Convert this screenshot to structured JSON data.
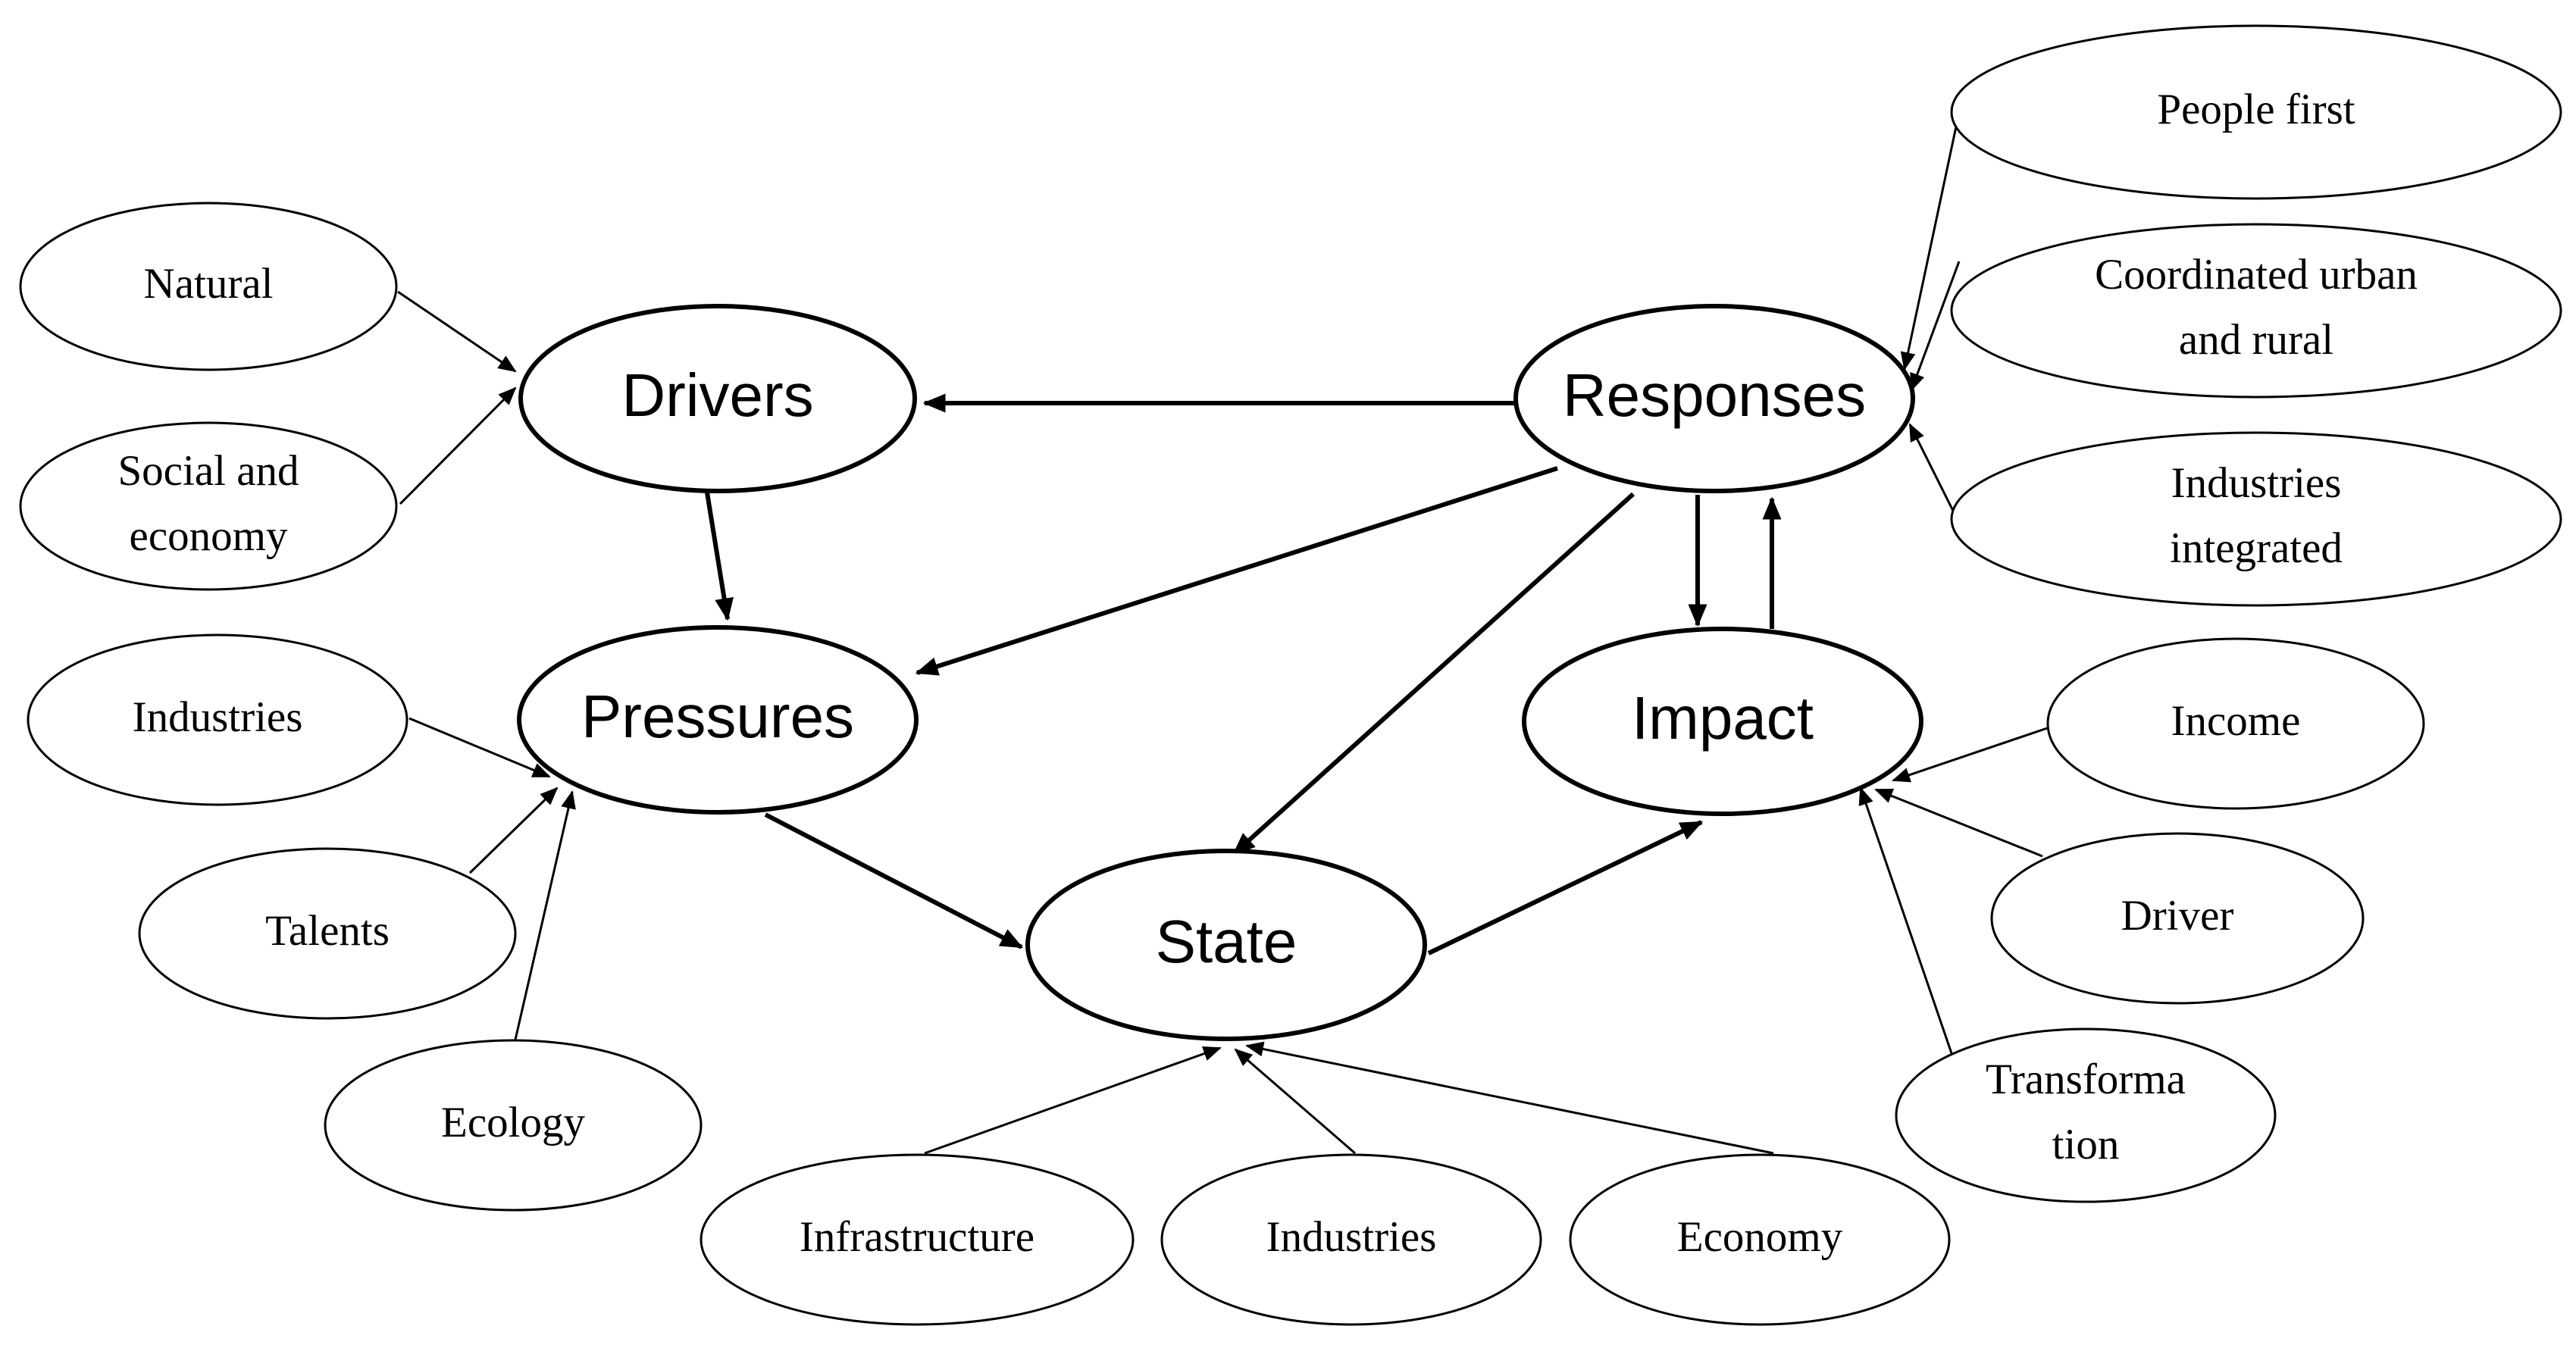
{
  "diagram": {
    "nodes": {
      "drivers": {
        "label": "Drivers"
      },
      "pressures": {
        "label": "Pressures"
      },
      "state": {
        "label": "State"
      },
      "impact": {
        "label": "Impact"
      },
      "responses": {
        "label": "Responses"
      },
      "natural": {
        "label": "Natural"
      },
      "social_economy": {
        "lines": [
          "Social and",
          "economy"
        ]
      },
      "industries_p": {
        "label": "Industries"
      },
      "talents": {
        "label": "Talents"
      },
      "ecology": {
        "label": "Ecology"
      },
      "infrastructure": {
        "label": "Infrastructure"
      },
      "industries_s": {
        "label": "Industries"
      },
      "economy": {
        "label": "Economy"
      },
      "income": {
        "label": "Income"
      },
      "driver": {
        "label": "Driver"
      },
      "transformation": {
        "lines": [
          "Transforma",
          "tion"
        ]
      },
      "people_first": {
        "label": "People first"
      },
      "coordinated": {
        "lines": [
          "Coordinated urban",
          "and rural"
        ]
      },
      "industries_integrated": {
        "lines": [
          "Industries",
          "integrated"
        ]
      }
    },
    "edges": [
      {
        "from": "natural",
        "to": "drivers"
      },
      {
        "from": "social_economy",
        "to": "drivers"
      },
      {
        "from": "drivers",
        "to": "pressures"
      },
      {
        "from": "responses",
        "to": "drivers"
      },
      {
        "from": "responses",
        "to": "pressures"
      },
      {
        "from": "responses",
        "to": "state"
      },
      {
        "from": "responses",
        "to": "impact"
      },
      {
        "from": "impact",
        "to": "responses"
      },
      {
        "from": "pressures",
        "to": "state"
      },
      {
        "from": "state",
        "to": "impact"
      },
      {
        "from": "industries_p",
        "to": "pressures"
      },
      {
        "from": "talents",
        "to": "pressures"
      },
      {
        "from": "ecology",
        "to": "pressures"
      },
      {
        "from": "infrastructure",
        "to": "state"
      },
      {
        "from": "industries_s",
        "to": "state"
      },
      {
        "from": "economy",
        "to": "state"
      },
      {
        "from": "income",
        "to": "impact"
      },
      {
        "from": "driver",
        "to": "impact"
      },
      {
        "from": "transformation",
        "to": "impact"
      },
      {
        "from": "people_first",
        "to": "responses"
      },
      {
        "from": "coordinated",
        "to": "responses"
      },
      {
        "from": "industries_integrated",
        "to": "responses"
      }
    ]
  }
}
